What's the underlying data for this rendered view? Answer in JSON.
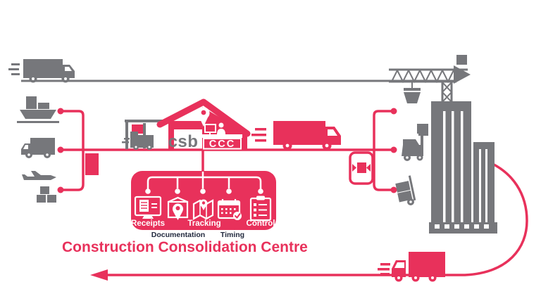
{
  "title": "Construction Consolidation Centre",
  "colors": {
    "pink": "#E8315B",
    "gray": "#76777B",
    "dark_label": "#232A3F",
    "background": "#FFFFFF"
  },
  "building": {
    "csb_label": "csb",
    "ccc_label": "CCC"
  },
  "panel": {
    "items": [
      {
        "label": "Receipts",
        "icon": "receipt-monitor-icon",
        "placement": "inside"
      },
      {
        "label": "Documentation",
        "icon": "package-pin-icon",
        "placement": "below"
      },
      {
        "label": "Tracking",
        "icon": "map-pin-icon",
        "placement": "inside"
      },
      {
        "label": "Timing",
        "icon": "calendar-check-icon",
        "placement": "below"
      },
      {
        "label": "Control",
        "icon": "clipboard-checklist-icon",
        "placement": "inside"
      }
    ]
  },
  "icons": {
    "top_route": "delivery-truck-icon",
    "supply_modes": [
      "cargo-ship-icon",
      "delivery-van-icon",
      "air-freight-icon"
    ],
    "dock": "forklift-loading-icon",
    "centre": [
      "location-pin-icon",
      "reception-desk-icon"
    ],
    "express": "express-van-icon",
    "consolidation": "consolidate-boxes-icon",
    "site": [
      "tower-crane-icon",
      "skip-crate-icon",
      "site-forklift-icon",
      "hand-truck-icon",
      "buildings-icon"
    ],
    "return_route": "lorry-left-icon"
  }
}
